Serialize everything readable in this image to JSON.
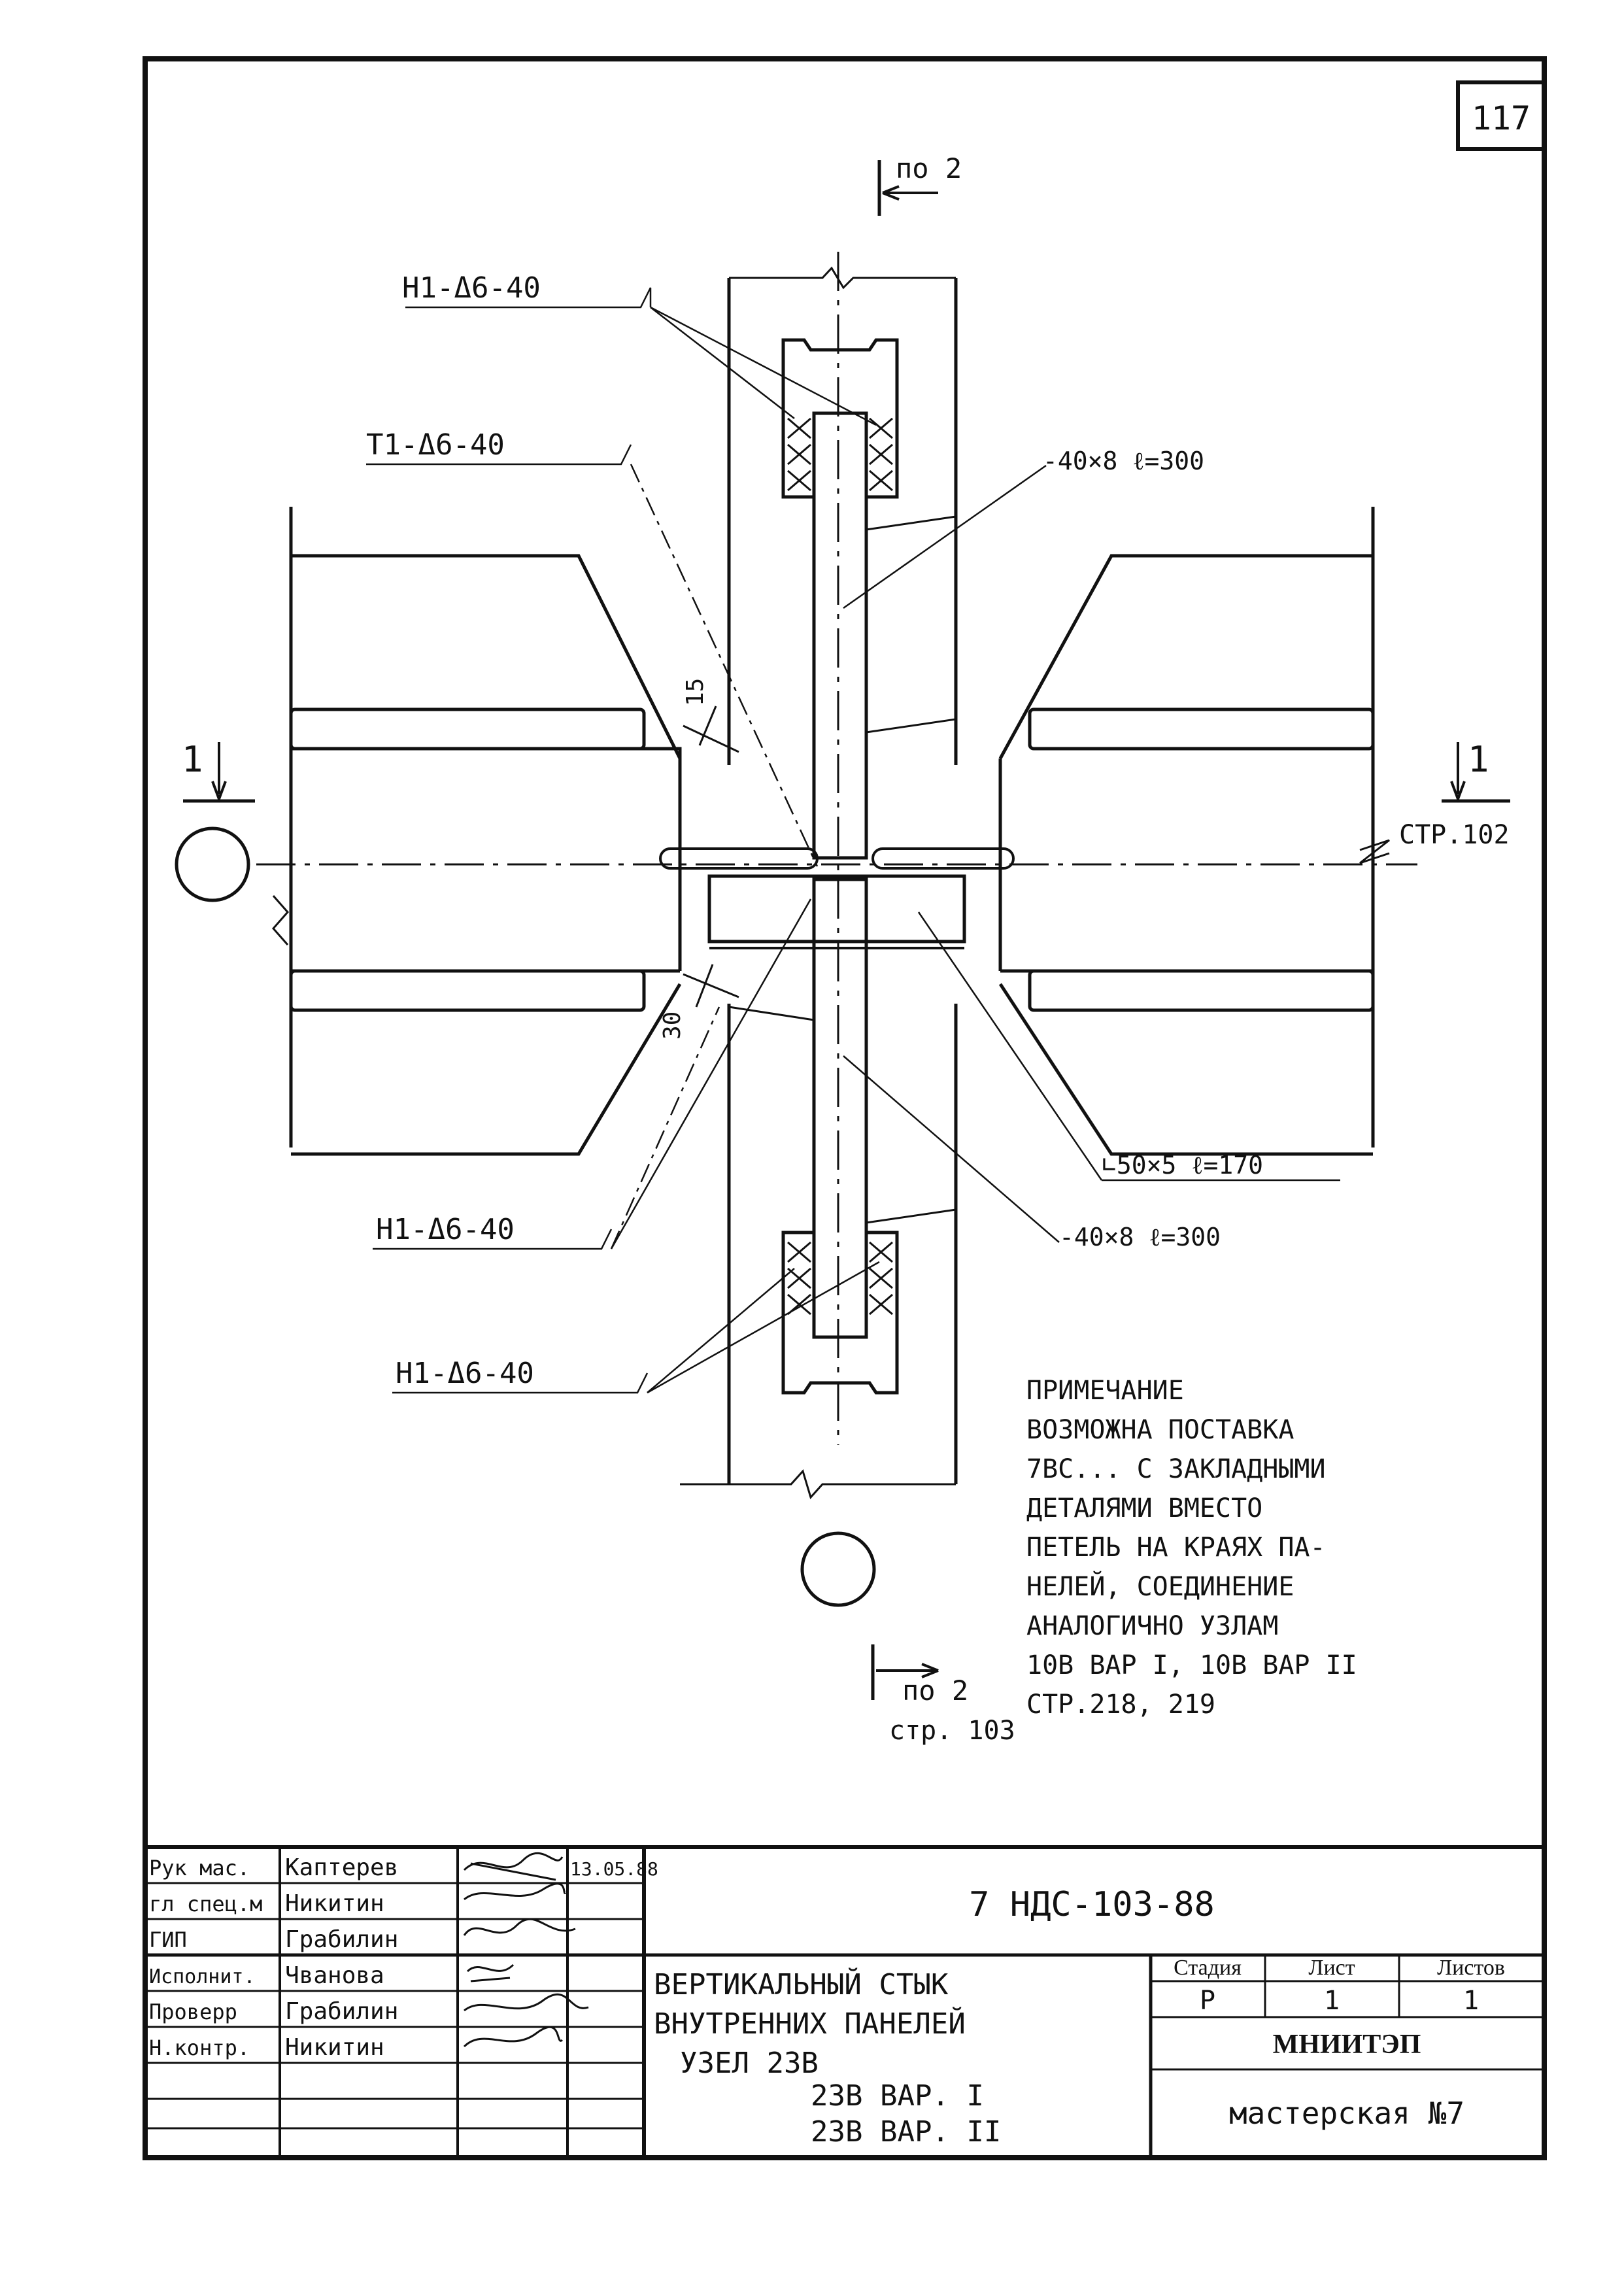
{
  "sheet": {
    "number": "117"
  },
  "section_marks": {
    "top": "по 2",
    "bottom_label": "по 2",
    "bottom_ref": "стр. 103",
    "left": "1",
    "right": "1",
    "right_ref": "СТР.102"
  },
  "callouts": {
    "h1_top": "Н1-Δ6-40",
    "t1": "Т1-Δ6-40",
    "h1_mid": "Н1-Δ6-40",
    "h1_bottom": "Н1-Δ6-40",
    "plate_top": "-40×8  ℓ=300",
    "angle": "∟50×5  ℓ=170",
    "plate_bottom": "-40×8  ℓ=300"
  },
  "dims": {
    "d15": "15",
    "d30": "30"
  },
  "note": {
    "title": "ПРИМЕЧАНИЕ",
    "lines": [
      "ВОЗМОЖНА ПОСТАВКА",
      "7ВС... С ЗАКЛАДНЫМИ",
      "ДЕТАЛЯМИ ВМЕСТО",
      "ПЕТЕЛЬ НА КРАЯХ ПА-",
      "НЕЛЕЙ, СОЕДИНЕНИЕ",
      "АНАЛОГИЧНО УЗЛАМ",
      "10В ВАР I, 10В ВАР II",
      "СТР.218, 219"
    ]
  },
  "title_block": {
    "rows": [
      {
        "role": "Рук мас.",
        "name": "Каптерев",
        "date": "13.05.88"
      },
      {
        "role": "гл спец.м",
        "name": "Никитин",
        "date": ""
      },
      {
        "role": "ГИП",
        "name": "Грабилин",
        "date": ""
      },
      {
        "role": "Исполнит.",
        "name": "Чванова",
        "date": ""
      },
      {
        "role": "Проверр",
        "name": "Грабилин",
        "date": ""
      },
      {
        "role": "Н.контр.",
        "name": "Никитин",
        "date": ""
      }
    ],
    "doc_code": "7 НДС-103-88",
    "title_lines": [
      "ВЕРТИКАЛЬНЫЙ СТЫК",
      "ВНУТРЕННИХ ПАНЕЛЕЙ",
      "УЗЕЛ 23В",
      "23В ВАР. I",
      "23В ВАР. II"
    ],
    "stage_header": "Стадия",
    "sheet_header": "Лист",
    "sheets_header": "Листов",
    "stage": "Р",
    "sheet": "1",
    "sheets": "1",
    "org": "МНИИТЭП",
    "workshop": "мастерская №7"
  }
}
